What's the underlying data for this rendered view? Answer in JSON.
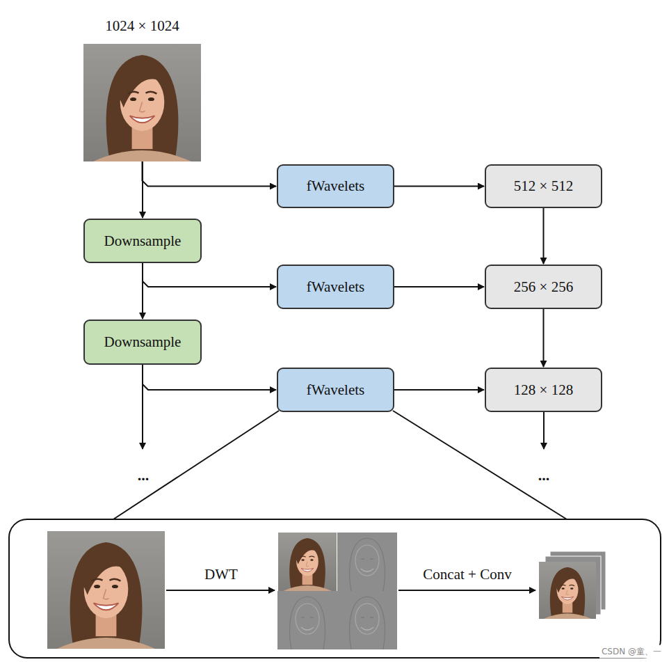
{
  "diagram": {
    "nodes": [
      {
        "text": [
          "1024 × 1024"
        ]
      },
      {
        "text": [
          "fWavelets"
        ]
      },
      {
        "text": [
          "512 × 512"
        ]
      },
      {
        "text": [
          "Downsample"
        ]
      },
      {
        "text": [
          "fWavelets"
        ]
      },
      {
        "text": [
          "256 × 256"
        ]
      },
      {
        "text": [
          "Downsample"
        ]
      },
      {
        "text": [
          "fWavelets"
        ]
      },
      {
        "text": [
          "128 × 128"
        ]
      }
    ],
    "edges": [
      {
        "from": 0,
        "to": 1,
        "arrow": "to"
      },
      {
        "from": 0,
        "to": 3,
        "arrow": "to"
      },
      {
        "from": 1,
        "to": 2,
        "arrow": "to"
      },
      {
        "from": 2,
        "to": 5,
        "arrow": "to"
      },
      {
        "from": 3,
        "to": 4,
        "arrow": "to"
      },
      {
        "from": 3,
        "to": 6,
        "arrow": "to"
      },
      {
        "from": 4,
        "to": 5,
        "arrow": "to"
      },
      {
        "from": 5,
        "to": 8,
        "arrow": "to"
      },
      {
        "from": 6,
        "to": 7,
        "arrow": "to"
      },
      {
        "from": 7,
        "to": 8,
        "arrow": "to"
      }
    ],
    "labels": [
      "...",
      "...",
      "DWT",
      "Concat + Conv",
      "CSDN @童、一"
    ]
  }
}
